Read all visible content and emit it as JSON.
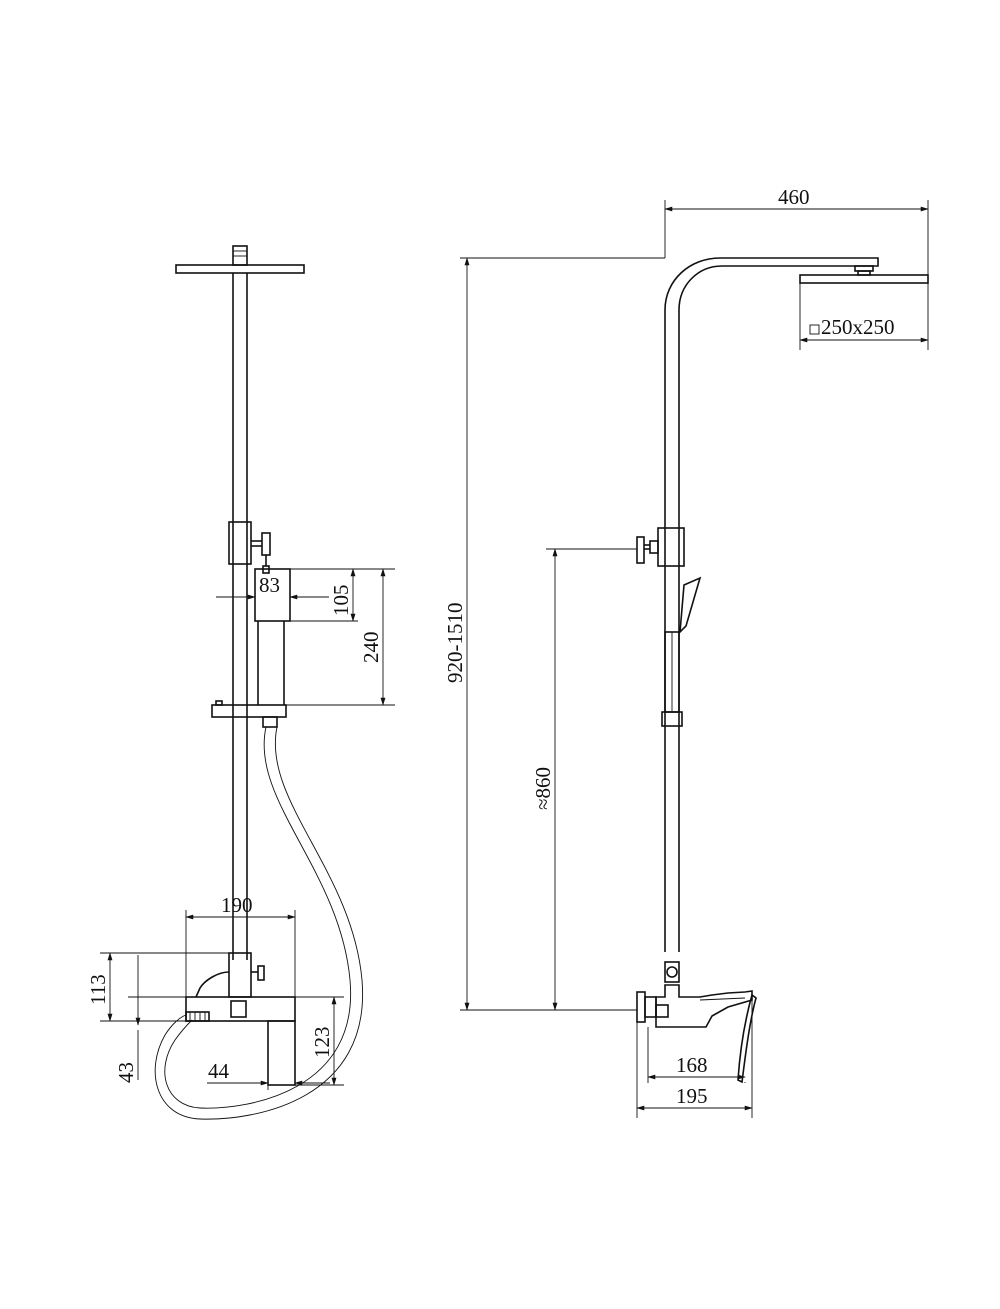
{
  "drawing": {
    "dimensions": {
      "head_reach": "460",
      "head_size": "250x250",
      "total_height": "920-1510",
      "holder_height": "≈860",
      "holder_width": "83",
      "holder_depth": "105",
      "slider_spacing": "240",
      "mixer_width": "190",
      "mixer_height": "113",
      "mixer_low": "43",
      "spout_drop": "123",
      "spout_width": "44",
      "spout_projection": "168",
      "mixer_projection": "195"
    }
  }
}
